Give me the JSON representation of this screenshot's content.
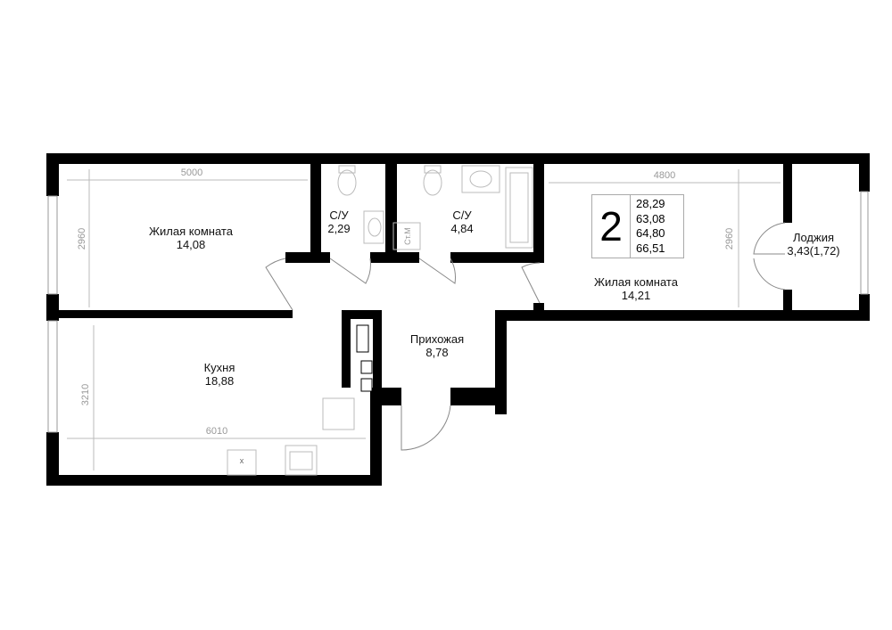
{
  "plan": {
    "rooms_count": "2",
    "areas": [
      "28,29",
      "63,08",
      "64,80",
      "66,51"
    ],
    "rooms": [
      {
        "name": "Жилая комната",
        "area": "14,08"
      },
      {
        "name": "С/У",
        "area": "2,29"
      },
      {
        "name": "С/У",
        "area": "4,84"
      },
      {
        "name": "Жилая комната",
        "area": "14,21"
      },
      {
        "name": "Лоджия",
        "area": "3,43(1,72)"
      },
      {
        "name": "Прихожая",
        "area": "8,78"
      },
      {
        "name": "Кухня",
        "area": "18,88"
      }
    ],
    "dimensions": {
      "room1_width": "5000",
      "room1_height": "2960",
      "room2_width": "4800",
      "room2_height": "2960",
      "kitchen_width": "6010",
      "kitchen_height": "3210"
    },
    "riser_label": "Ст.М",
    "washer_label": "x"
  }
}
